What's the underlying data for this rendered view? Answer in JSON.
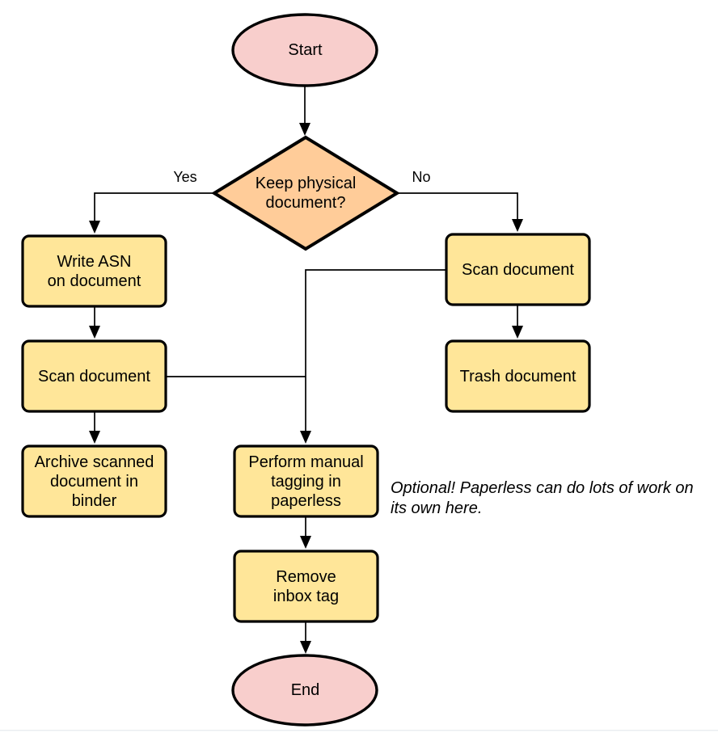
{
  "diagram": {
    "kind": "flowchart",
    "nodes": {
      "start": {
        "type": "terminal",
        "label": "Start"
      },
      "decision": {
        "type": "decision",
        "label": "Keep physical\ndocument?"
      },
      "write_asn": {
        "type": "process",
        "label": "Write ASN\non document"
      },
      "scan_left": {
        "type": "process",
        "label": "Scan document"
      },
      "archive": {
        "type": "process",
        "label": "Archive scanned\ndocument in\nbinder"
      },
      "scan_right": {
        "type": "process",
        "label": "Scan document"
      },
      "trash": {
        "type": "process",
        "label": "Trash document"
      },
      "tagging": {
        "type": "process",
        "label": "Perform manual\ntagging in\npaperless"
      },
      "remove_inbox": {
        "type": "process",
        "label": "Remove\ninbox tag"
      },
      "end": {
        "type": "terminal",
        "label": "End"
      }
    },
    "edge_labels": {
      "yes": "Yes",
      "no": "No"
    },
    "annotation": {
      "text": "Optional! Paperless can do lots of work on\nits own here."
    }
  },
  "colors": {
    "terminal_fill": "#F8CECC",
    "decision_fill": "#FFCC99",
    "process_fill": "#FFE699",
    "stroke": "#000000",
    "text": "#000000",
    "background": "#FFFFFF",
    "bottom_rule": "#E9EDF0"
  }
}
